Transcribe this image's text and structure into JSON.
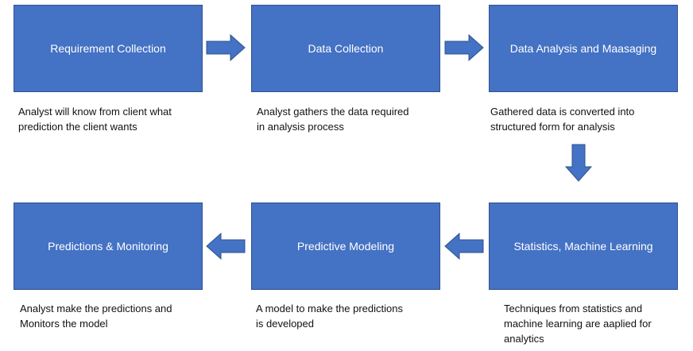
{
  "colors": {
    "box_fill": "#4472c4",
    "box_border": "#2f528f",
    "arrow_fill": "#4472c4",
    "box_text": "#ffffff",
    "desc_text": "#111111"
  },
  "steps": [
    {
      "title": "Requirement Collection",
      "description": "Analyst will know from client what\nprediction the client wants"
    },
    {
      "title": "Data Collection",
      "description": "Analyst gathers the data required\nin analysis process"
    },
    {
      "title": "Data Analysis and Maasaging",
      "description": "Gathered data is converted into\nstructured form for analysis"
    },
    {
      "title": "Statistics, Machine Learning",
      "description": "Techniques from statistics and\nmachine learning are aaplied for\nanalytics"
    },
    {
      "title": "Predictive Modeling",
      "description": "A model to make the predictions\nis developed"
    },
    {
      "title": "Predictions & Monitoring",
      "description": "Analyst make the predictions and\nMonitors the model"
    }
  ],
  "flow_arrows": [
    {
      "from": "Requirement Collection",
      "to": "Data Collection",
      "direction": "right"
    },
    {
      "from": "Data Collection",
      "to": "Data Analysis and Maasaging",
      "direction": "right"
    },
    {
      "from": "Data Analysis and Maasaging",
      "to": "Statistics, Machine Learning",
      "direction": "down"
    },
    {
      "from": "Statistics, Machine Learning",
      "to": "Predictive Modeling",
      "direction": "left"
    },
    {
      "from": "Predictive Modeling",
      "to": "Predictions & Monitoring",
      "direction": "left"
    }
  ]
}
